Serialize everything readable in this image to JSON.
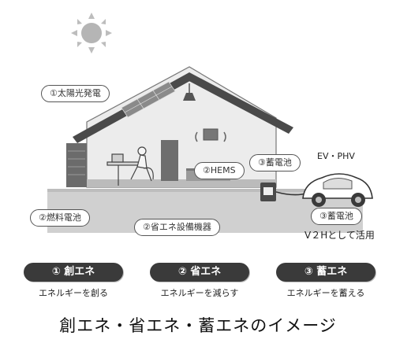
{
  "labels": {
    "solar": "①太陽光発電",
    "hems": "②HEMS",
    "storage_house": "③蓄電池",
    "fuel_cell": "②燃料電池",
    "equipment": "②省エネ設備機器",
    "ev": "EV・PHV",
    "storage_car": "③蓄電池",
    "v2h": "V２Hとして活用"
  },
  "pillars": [
    {
      "title": "① 創エネ",
      "subtitle": "エネルギーを創る"
    },
    {
      "title": "② 省エネ",
      "subtitle": "エネルギーを減らす"
    },
    {
      "title": "③ 蓄エネ",
      "subtitle": "エネルギーを蓄える"
    }
  ],
  "caption": "創エネ・省エネ・蓄エネのイメージ",
  "colors": {
    "pill": "#3a3a3a",
    "house_wall": "#e6e6e6",
    "roof": "#555555",
    "ground": "#cfcfcf"
  }
}
